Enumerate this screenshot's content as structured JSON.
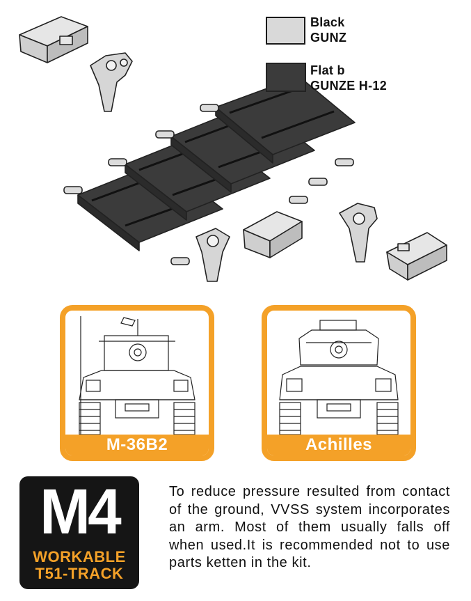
{
  "legend": [
    {
      "line1": "Black",
      "line2": "GUNZ",
      "color": "#d9d9d9"
    },
    {
      "line1": "Flat b",
      "line2": "GUNZE H-12",
      "color": "#3b3b3b"
    }
  ],
  "variants": [
    {
      "label": "M-36B2"
    },
    {
      "label": "Achilles"
    }
  ],
  "logo": {
    "title": "M4",
    "line1": "WORKABLE",
    "line2": "T51-TRACK"
  },
  "description": "To reduce pressure resulted from contact of the ground, VVSS system incorporates an arm. Most of them usually falls off when used.It is recommended not to use parts ketten in the kit.",
  "colors": {
    "accent": "#f4a128",
    "track_dark": "#3b3b3b",
    "part_light": "#d9d9d9",
    "logo_bg": "#151515"
  }
}
